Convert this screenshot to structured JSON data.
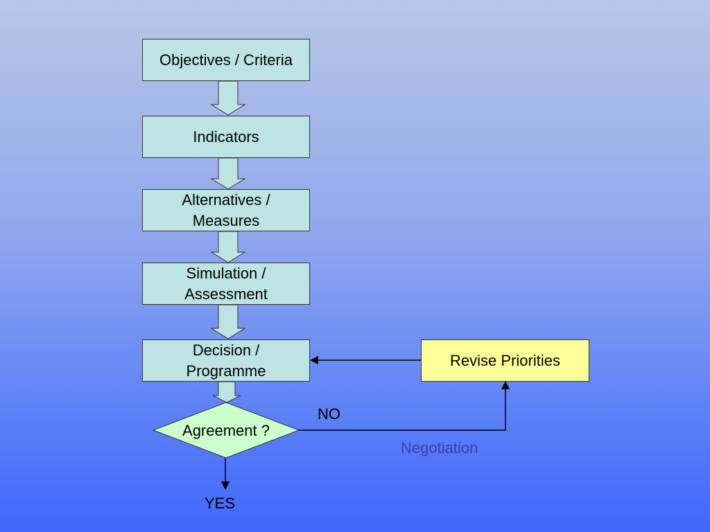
{
  "boxes": {
    "objectives": "Objectives / Criteria",
    "indicators": "Indicators",
    "alternatives": "Alternatives /\nMeasures",
    "simulation": "Simulation /\nAssessment",
    "decision": "Decision /\nProgramme",
    "revise": "Revise Priorities"
  },
  "decision_node": "Agreement ?",
  "labels": {
    "no": "NO",
    "yes": "YES",
    "negotiation": "Negotiation"
  },
  "colors": {
    "process_fill": "#bde3e3",
    "decision_fill": "#ccffcc",
    "revise_fill": "#ffff99",
    "negotiation_text": "#3d3da8"
  }
}
